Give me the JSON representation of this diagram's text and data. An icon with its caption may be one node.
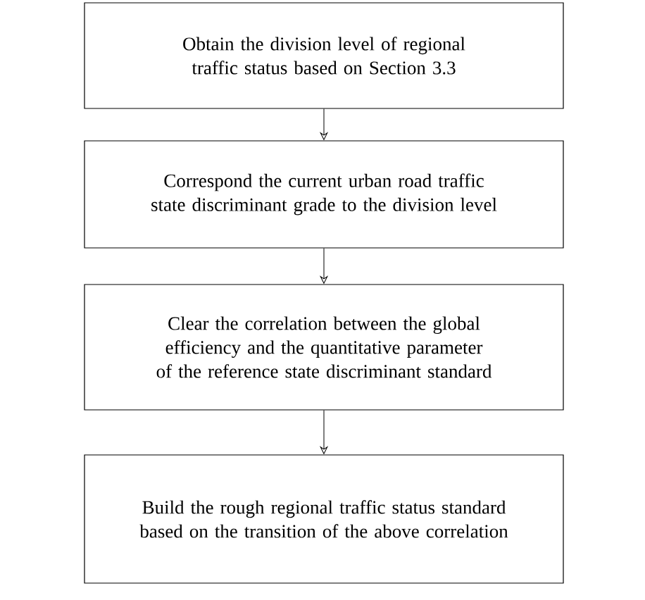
{
  "diagram": {
    "nodes": [
      {
        "text": [
          "Obtain the division level of regional traffic status based on Section 3.3"
        ]
      },
      {
        "text": [
          "Correspond the current urban road traffic state discriminant grade to the division level"
        ]
      },
      {
        "text": [
          "Clear the correlation between the global efficiency and the quantitative parameter of the reference state discriminant standard"
        ]
      },
      {
        "text": [
          "Build the rough regional traffic status standard based on the transition of the above correlation"
        ]
      }
    ],
    "edges": [
      {
        "from": 0,
        "to": 1,
        "arrow": "to"
      },
      {
        "from": 1,
        "to": 2,
        "arrow": "to"
      },
      {
        "from": 2,
        "to": 3,
        "arrow": "to"
      }
    ]
  }
}
